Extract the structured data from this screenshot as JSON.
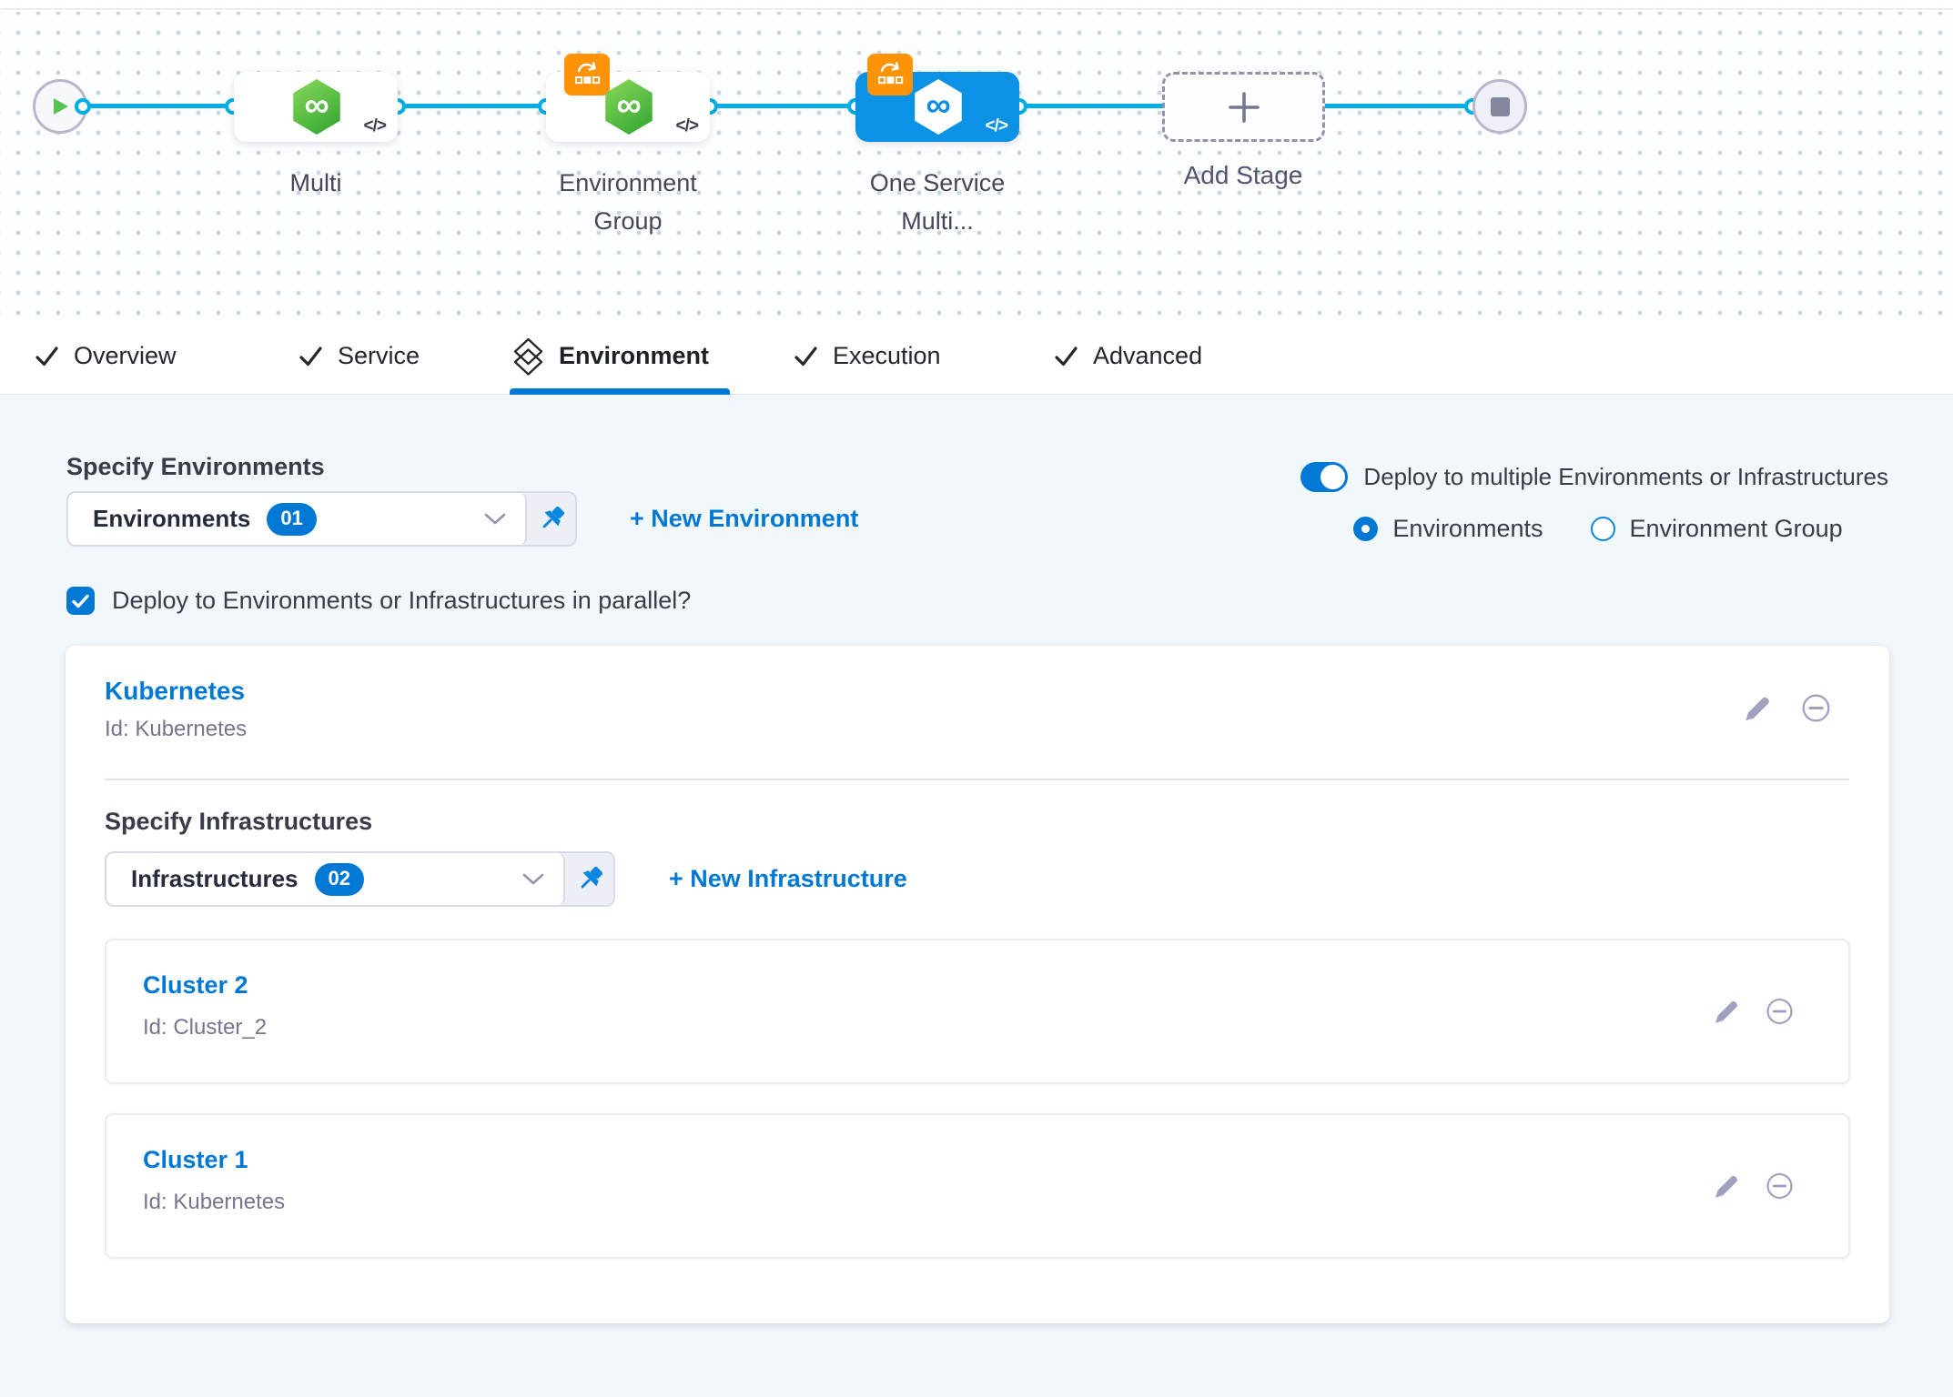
{
  "pipeline": {
    "stages": [
      {
        "label": "Multi"
      },
      {
        "label": "Environment Group"
      },
      {
        "label": "One Service Multi..."
      }
    ],
    "add_stage_label": "Add Stage"
  },
  "tabs": [
    {
      "label": "Overview"
    },
    {
      "label": "Service"
    },
    {
      "label": "Environment"
    },
    {
      "label": "Execution"
    },
    {
      "label": "Advanced"
    }
  ],
  "environments_section": {
    "heading": "Specify Environments",
    "dropdown_value": "Environments",
    "dropdown_count": "01",
    "new_link": "+ New Environment",
    "toggle_label": "Deploy to multiple Environments or Infrastructures",
    "radio_environments": "Environments",
    "radio_environment_group": "Environment Group",
    "parallel_checkbox_label": "Deploy to Environments or Infrastructures in parallel?"
  },
  "environment_card": {
    "name": "Kubernetes",
    "id": "Id: Kubernetes"
  },
  "infrastructures_section": {
    "heading": "Specify Infrastructures",
    "dropdown_value": "Infrastructures",
    "dropdown_count": "02",
    "new_link": "+ New Infrastructure",
    "items": [
      {
        "name": "Cluster 2",
        "id": "Id: Cluster_2"
      },
      {
        "name": "Cluster 1",
        "id": "Id: Kubernetes"
      }
    ]
  },
  "icons": {
    "infinity": "∞",
    "code": "</>"
  },
  "colors": {
    "accent": "#0278d5",
    "selected_node_blue": "#0b92e4",
    "connector_blue": "#00ade4",
    "service_green": "#2da32f",
    "badge_orange": "#ff9305"
  }
}
